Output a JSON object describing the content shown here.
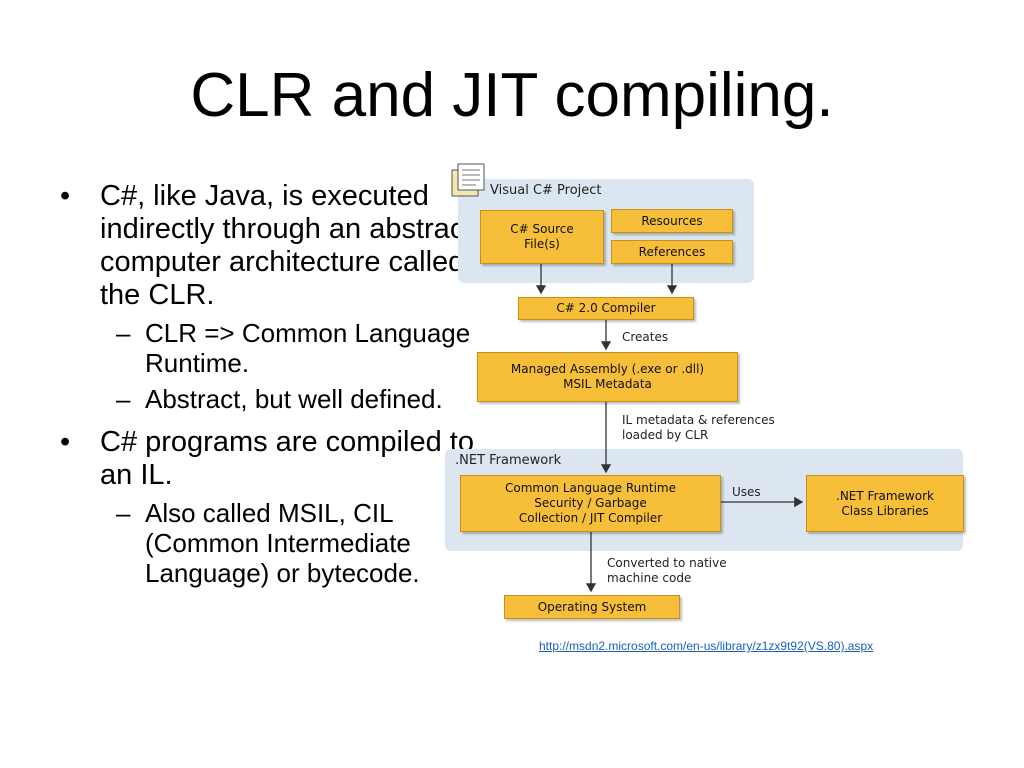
{
  "slide": {
    "title": "CLR and JIT compiling."
  },
  "bullets": {
    "b1": "C#, like Java, is executed indirectly through an abstract computer architecture called the CLR.",
    "b1_1": "CLR => Common Language Runtime.",
    "b1_2": "Abstract, but well defined.",
    "b2": "C# programs are compiled to an IL.",
    "b2_1": "Also called MSIL, CIL (Common Intermediate Language) or bytecode.",
    "bullet_mark": "•",
    "dash_mark": "–"
  },
  "diagram": {
    "project_panel": "Visual C# Project",
    "framework_panel": ".NET Framework",
    "nodes": {
      "source": "C# Source\nFile(s)",
      "resources": "Resources",
      "references": "References",
      "compiler": "C# 2.0 Compiler",
      "assembly": "Managed Assembly (.exe or .dll)\nMSIL Metadata",
      "clr": "Common Language Runtime\nSecurity / Garbage\nCollection / JIT Compiler",
      "libraries": ".NET Framework\nClass Libraries",
      "os": "Operating System"
    },
    "labels": {
      "creates": "Creates",
      "il_metadata": "IL metadata & references\nloaded by CLR",
      "uses": "Uses",
      "converted": "Converted to native\nmachine code"
    }
  },
  "source_link": "http://msdn2.microsoft.com/en-us/library/z1zx9t92(VS.80).aspx",
  "colors": {
    "node_fill": "#f7be3a",
    "panel_fill": "#dbe6f1",
    "link": "#1a5fbf"
  }
}
